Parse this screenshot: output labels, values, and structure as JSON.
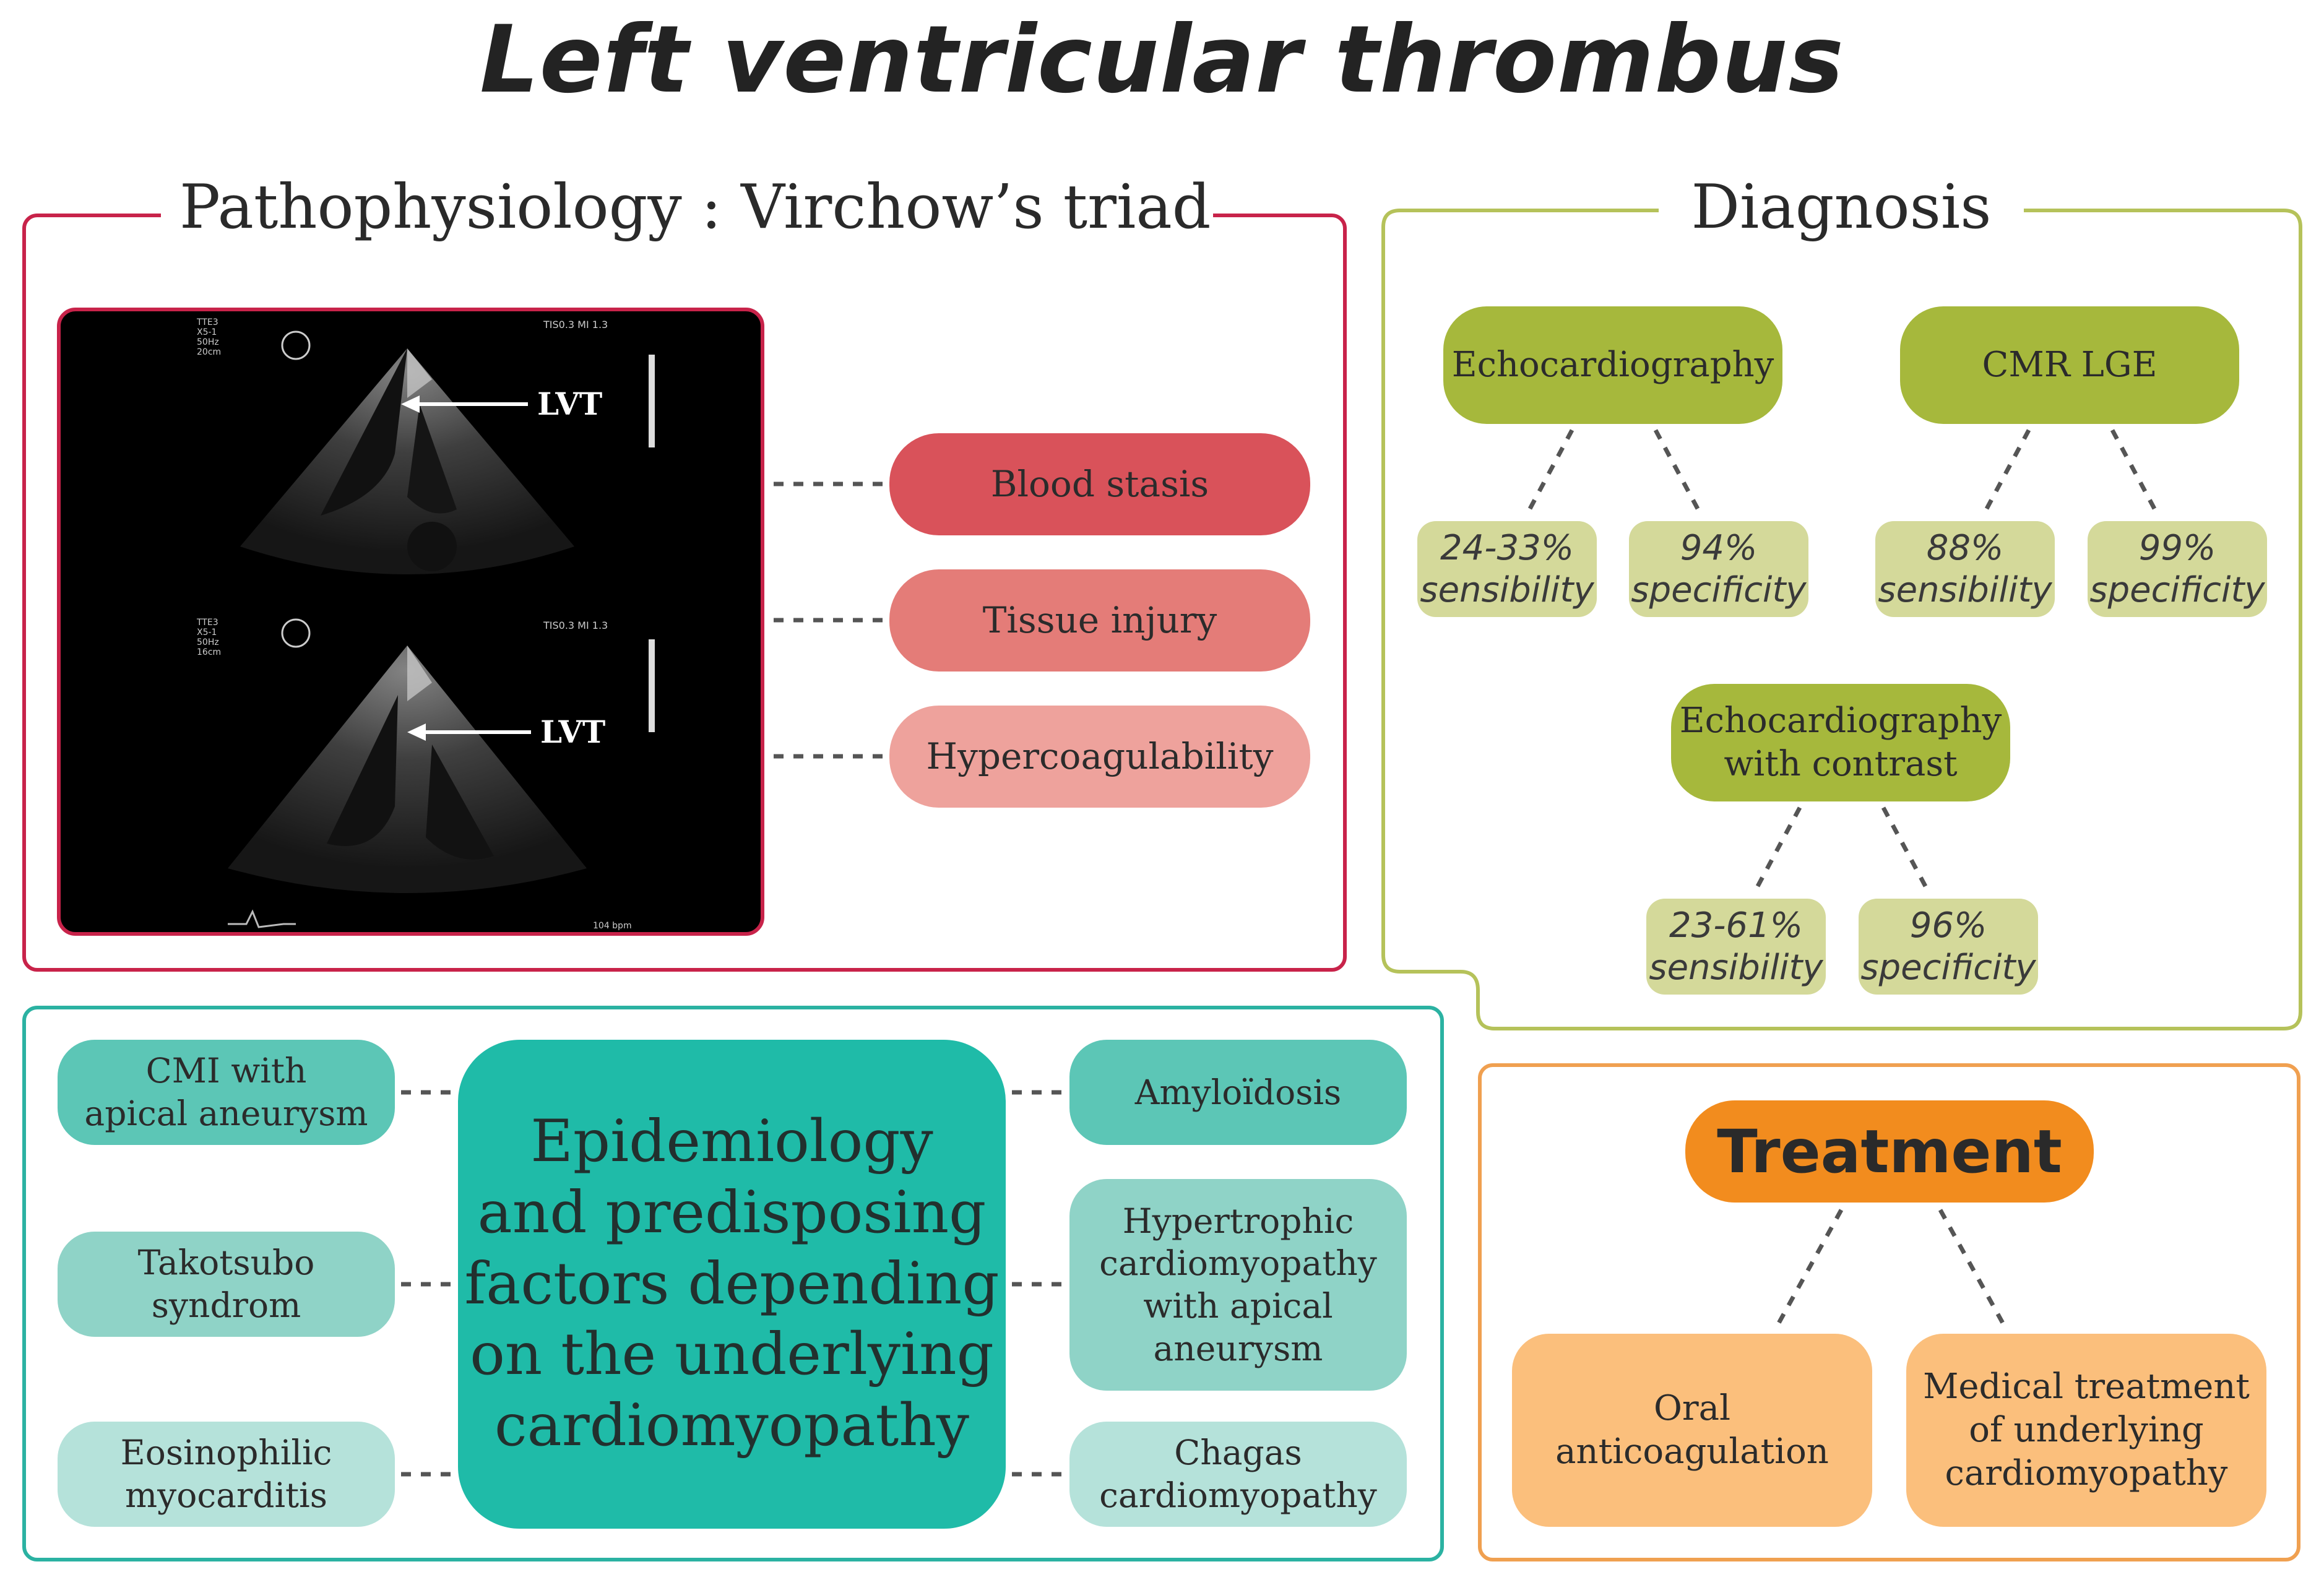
{
  "title": "Left ventricular thrombus",
  "pathophysiology": {
    "heading": "Pathophysiology : Virchow’s triad",
    "image_labels": {
      "top_lvt": "LVT",
      "bottom_lvt": "LVT",
      "top_info": "TTE3\nX5-1\n50Hz\n20cm",
      "top_tis": "TIS0.3  MI 1.3",
      "bottom_info": "TTE3\nX5-1\n50Hz\n16cm",
      "bottom_tis": "TIS0.3  MI 1.3",
      "bpm": "104 bpm"
    },
    "factors": [
      "Blood stasis",
      "Tissue injury",
      "Hypercoagulability"
    ]
  },
  "diagnosis": {
    "heading": "Diagnosis",
    "methods": [
      {
        "name": "Echocardiography",
        "sens_value": "24-33%",
        "sens_label": "sensibility",
        "spec_value": "94%",
        "spec_label": "specificity"
      },
      {
        "name": "CMR LGE",
        "sens_value": "88%",
        "sens_label": "sensibility",
        "spec_value": "99%",
        "spec_label": "specificity"
      },
      {
        "name_line1": "Echocardiography",
        "name_line2": "with contrast",
        "sens_value": "23-61%",
        "sens_label": "sensibility",
        "spec_value": "96%",
        "spec_label": "specificity"
      }
    ]
  },
  "epidemiology": {
    "center_lines": [
      "Epidemiology",
      "and predisposing",
      "factors depending",
      "on the underlying",
      "cardiomyopathy"
    ],
    "left": [
      {
        "line1": "CMI with",
        "line2": "apical aneurysm"
      },
      {
        "line1": "Takotsubo",
        "line2": "syndrom"
      },
      {
        "line1": "Eosinophilic",
        "line2": "myocarditis"
      }
    ],
    "right": [
      {
        "line1": "Amyloïdosis"
      },
      {
        "line1": "Hypertrophic",
        "line2": "cardiomyopathy",
        "line3": "with apical",
        "line4": "aneurysm"
      },
      {
        "line1": "Chagas",
        "line2": "cardiomyopathy"
      }
    ]
  },
  "treatment": {
    "heading": "Treatment",
    "options": [
      {
        "line1": "Oral",
        "line2": "anticoagulation"
      },
      {
        "line1": "Medical treatment",
        "line2": "of underlying",
        "line3": "cardiomyopathy"
      }
    ]
  },
  "colors": {
    "patho_border": "#c8234a",
    "blood_stasis": "#d9525a",
    "tissue_injury": "#e47c78",
    "hypercoag": "#eea29c",
    "diag_border": "#b5c25a",
    "diag_method": "#a6b83c",
    "diag_pct": "#d4d99a",
    "epi_border": "#2bb2a2",
    "epi_center": "#1fbba8",
    "epi_dark": "#5cc6b6",
    "epi_mid": "#8fd3c7",
    "epi_light": "#b5e2da",
    "treat_border": "#f0a050",
    "treat_header": "#f28c1e",
    "treat_option": "#fbbf7c"
  }
}
